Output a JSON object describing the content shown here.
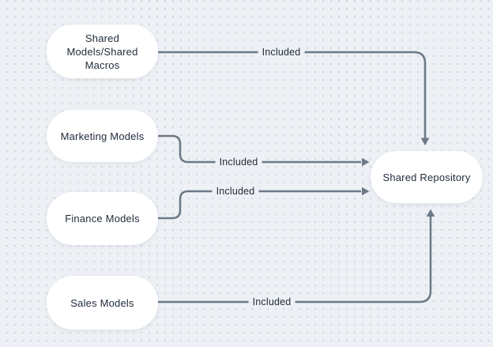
{
  "diagram": {
    "colors": {
      "background": "#edf0f4",
      "grid_dot": "#d2d8de",
      "node_fill": "#ffffff",
      "text": "#1f2a38",
      "connector": "#6d7987"
    },
    "nodes": [
      {
        "id": "shared-models-shared-macros",
        "label": "Shared\nModels/Shared\nMacros"
      },
      {
        "id": "marketing-models",
        "label": "Marketing Models"
      },
      {
        "id": "finance-models",
        "label": "Finance Models"
      },
      {
        "id": "sales-models",
        "label": "Sales Models"
      },
      {
        "id": "shared-repository",
        "label": "Shared Repository"
      }
    ],
    "edges": [
      {
        "from": "shared-models-shared-macros",
        "to": "shared-repository",
        "label": "Included"
      },
      {
        "from": "marketing-models",
        "to": "shared-repository",
        "label": "Included"
      },
      {
        "from": "finance-models",
        "to": "shared-repository",
        "label": "Included"
      },
      {
        "from": "sales-models",
        "to": "shared-repository",
        "label": "Included"
      }
    ]
  }
}
